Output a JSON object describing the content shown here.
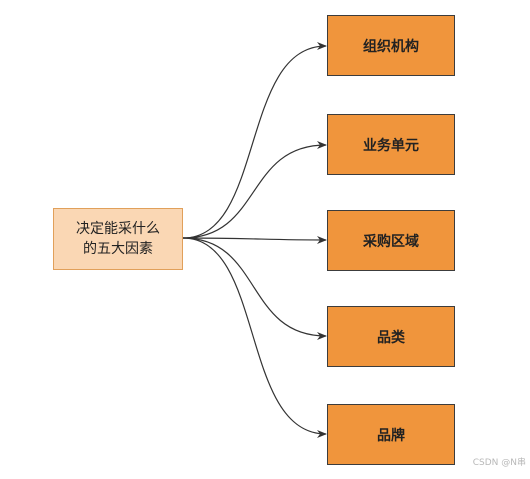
{
  "root": {
    "line1": "决定能采什么",
    "line2": "的五大因素"
  },
  "children": [
    {
      "label": "组织机构"
    },
    {
      "label": "业务单元"
    },
    {
      "label": "采购区域"
    },
    {
      "label": "品类"
    },
    {
      "label": "品牌"
    }
  ],
  "colors": {
    "root_fill": "#fad7b4",
    "root_border": "#e1a05a",
    "child_fill": "#f0953c",
    "child_border": "#3c3c3c",
    "connector": "#333333"
  },
  "watermark": "CSDN @N串"
}
